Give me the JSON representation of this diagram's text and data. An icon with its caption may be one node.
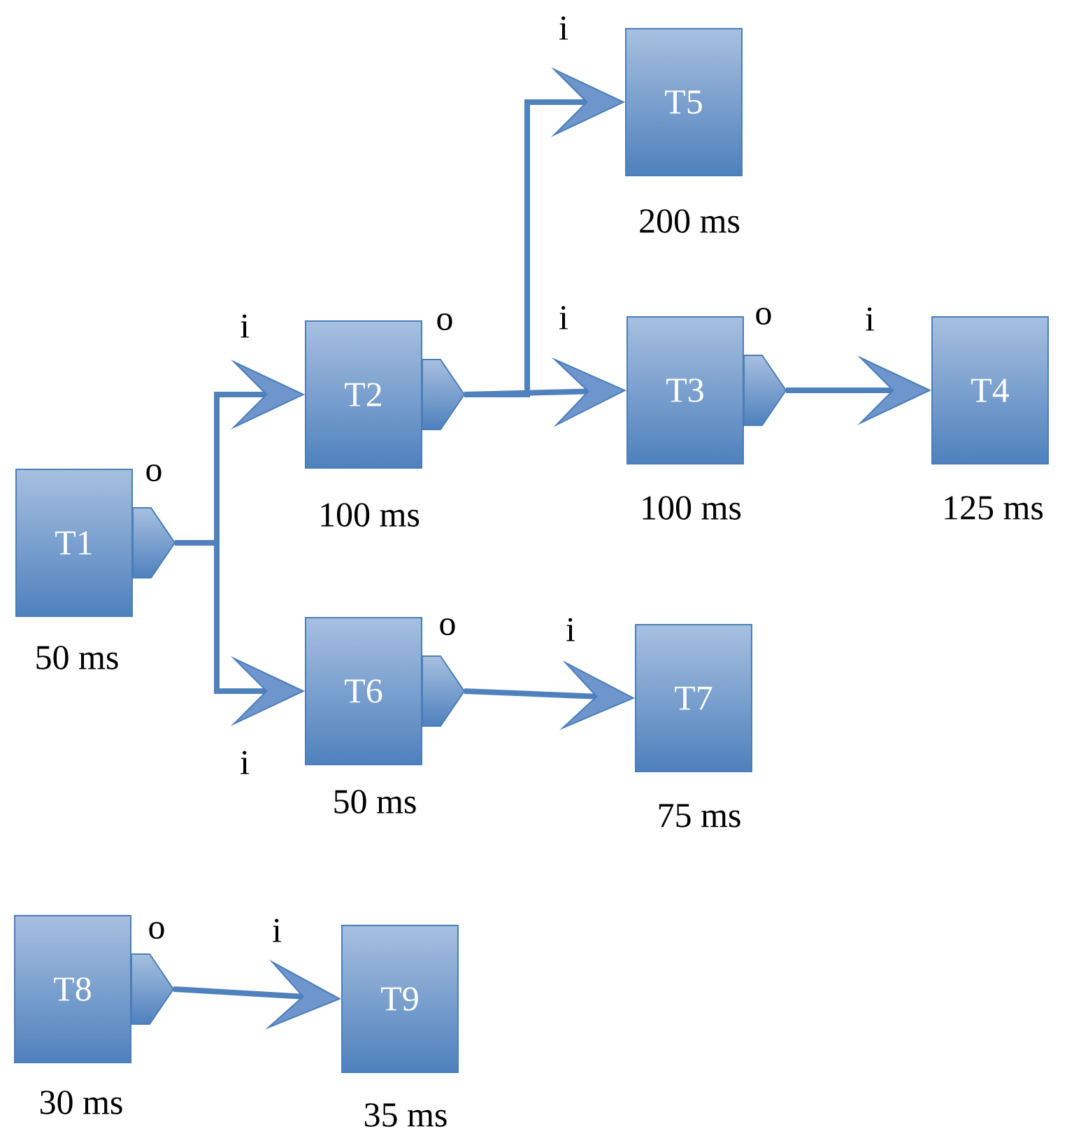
{
  "diagram": {
    "nodes": [
      {
        "text": [
          "T1"
        ],
        "beside": [
          "50 ms"
        ]
      },
      {
        "text": [
          "T2"
        ],
        "beside": [
          "100 ms"
        ]
      },
      {
        "text": [
          "T3"
        ],
        "beside": [
          "100 ms"
        ]
      },
      {
        "text": [
          "T4"
        ],
        "beside": [
          "125 ms"
        ]
      },
      {
        "text": [
          "T5"
        ],
        "beside": [
          "200 ms"
        ]
      },
      {
        "text": [
          "T6"
        ],
        "beside": [
          "50 ms"
        ]
      },
      {
        "text": [
          "T7"
        ],
        "beside": [
          "75 ms"
        ]
      },
      {
        "text": [
          "T8"
        ],
        "beside": [
          "30 ms"
        ]
      },
      {
        "text": [
          "T9"
        ],
        "beside": [
          "35 ms"
        ]
      }
    ],
    "edges": [
      {
        "from": 0,
        "to": 1,
        "arrow": "to"
      },
      {
        "from": 0,
        "to": 5,
        "arrow": "to"
      },
      {
        "from": 1,
        "to": 2,
        "arrow": "to"
      },
      {
        "from": 1,
        "to": 4,
        "arrow": "to"
      },
      {
        "from": 2,
        "to": 3,
        "arrow": "to"
      },
      {
        "from": 5,
        "to": 6,
        "arrow": "to"
      },
      {
        "from": 7,
        "to": 8,
        "arrow": "to"
      }
    ],
    "labels": [
      "i",
      "o",
      "i",
      "i",
      "o",
      "i",
      "o",
      "o",
      "i",
      "i",
      "o",
      "i"
    ]
  }
}
